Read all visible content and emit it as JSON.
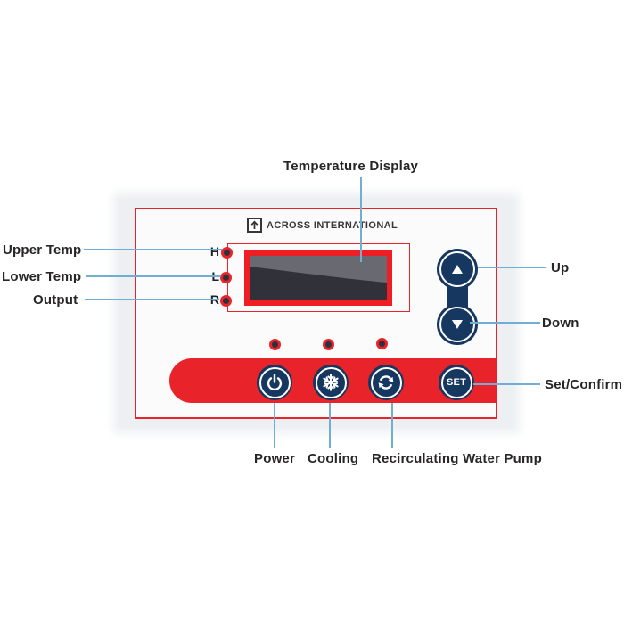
{
  "colors": {
    "red": "#e82329",
    "display_red": "#ef1d24",
    "navy": "#16375f",
    "line_blue": "#72aed3",
    "text": "#272525",
    "screen_dark": "#31313a",
    "screen_light": "#696972",
    "photo_bg": "#edf0f2",
    "panel_bg": "#fcfbfb"
  },
  "brand": {
    "name": "ACROSS INTERNATIONAL"
  },
  "display": {
    "indicators": [
      {
        "label": "H"
      },
      {
        "label": "L"
      },
      {
        "label": "R"
      }
    ]
  },
  "buttons": {
    "set_label": "SET"
  },
  "annotations": {
    "temperature_display": "Temperature Display",
    "upper_temp": "Upper Temp",
    "lower_temp": "Lower Temp",
    "output": "Output",
    "up": "Up",
    "down": "Down",
    "set_confirm": "Set/Confirm",
    "power": "Power",
    "cooling": "Cooling",
    "recirculating_water_pump": "Recirculating Water Pump"
  }
}
